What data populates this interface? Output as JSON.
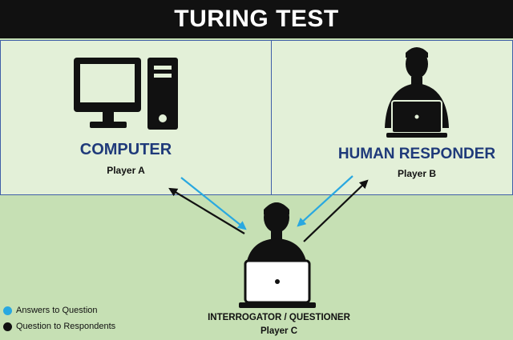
{
  "title": "TURING TEST",
  "player_a": {
    "label": "COMPUTER",
    "sublabel": "Player A"
  },
  "player_b": {
    "label": "HUMAN RESPONDER",
    "sublabel": "Player B"
  },
  "player_c": {
    "label": "INTERROGATOR / QUESTIONER",
    "sublabel": "Player C"
  },
  "legend": [
    {
      "label": "Answers to Question",
      "color": "#29a8e0"
    },
    {
      "label": "Question to Respondents",
      "color": "#111111"
    }
  ],
  "colors": {
    "header_bg": "#111111",
    "panel_bg": "#e3f0d8",
    "lower_bg": "#c6e0b4",
    "border": "#3f5fa8",
    "label_blue": "#1f3a7a"
  },
  "icons": [
    "desktop-computer-icon",
    "person-with-laptop-icon",
    "interrogator-with-laptop-icon"
  ]
}
